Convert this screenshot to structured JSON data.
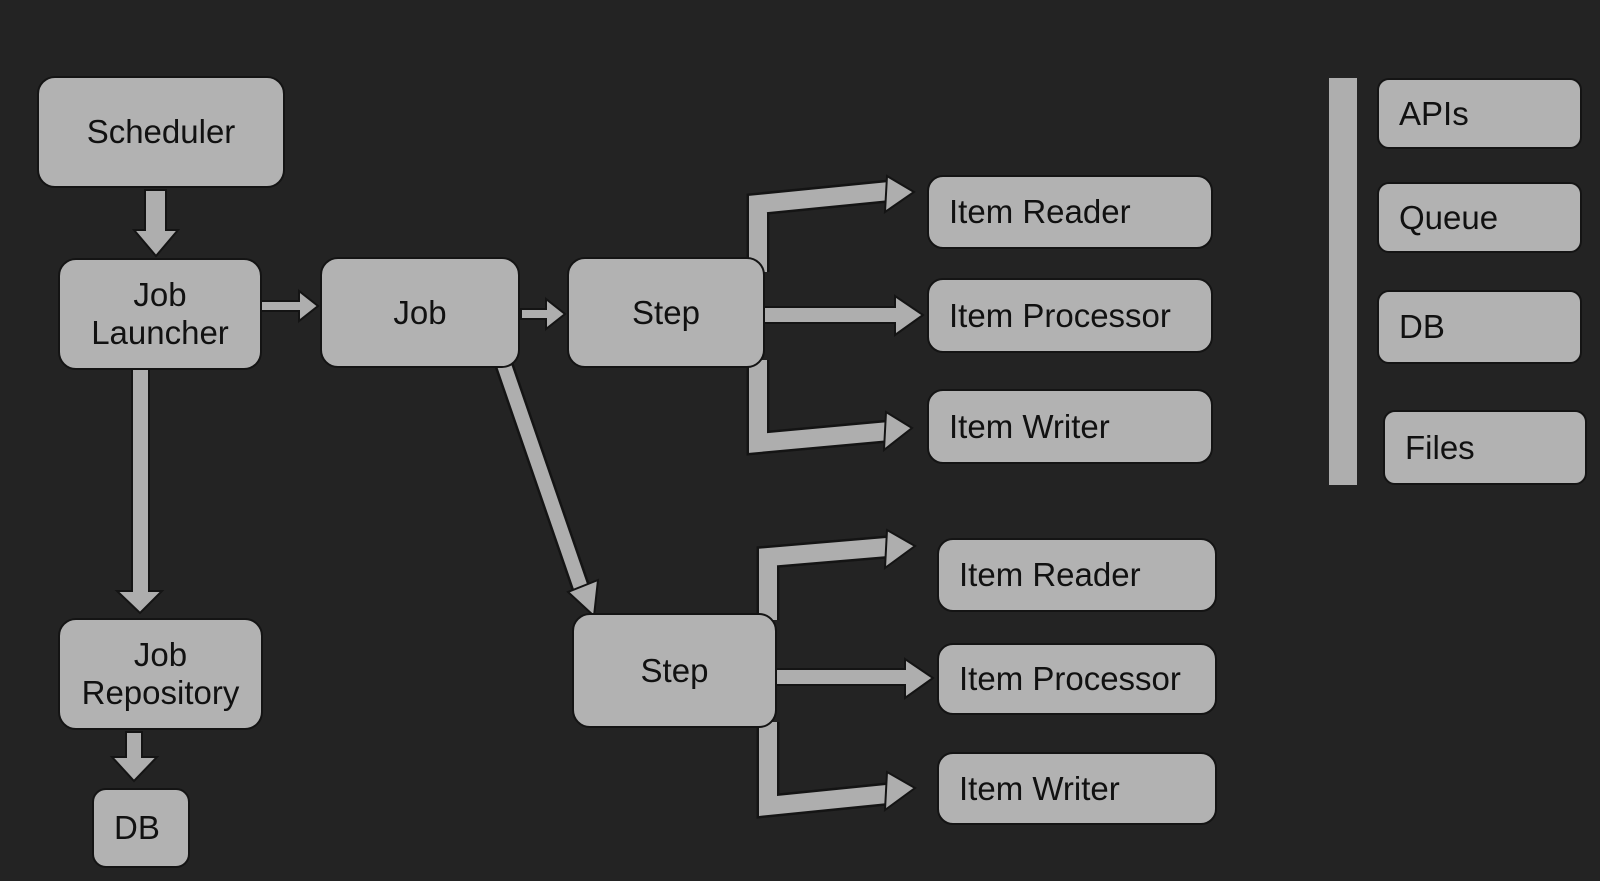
{
  "palette": {
    "bg": "#232323",
    "box_fill": "#b2b2b2",
    "arrow_fill": "#aeaeae",
    "outline": "#141414",
    "text": "#111111",
    "bottom_strip": "#ffffff"
  },
  "nodes": {
    "scheduler": {
      "label": "Scheduler"
    },
    "job_launcher": {
      "label": "Job\nLauncher"
    },
    "job": {
      "label": "Job"
    },
    "step1": {
      "label": "Step"
    },
    "item_reader_1": {
      "label": "Item Reader"
    },
    "item_processor_1": {
      "label": "Item Processor"
    },
    "item_writer_1": {
      "label": "Item Writer"
    },
    "step2": {
      "label": "Step"
    },
    "item_reader_2": {
      "label": "Item Reader"
    },
    "item_processor_2": {
      "label": "Item Processor"
    },
    "item_writer_2": {
      "label": "Item Writer"
    },
    "job_repository": {
      "label": "Job\nRepository"
    },
    "db_left": {
      "label": "DB"
    },
    "apis": {
      "label": "APIs"
    },
    "queue": {
      "label": "Queue"
    },
    "db_right": {
      "label": "DB"
    },
    "files": {
      "label": "Files"
    }
  }
}
